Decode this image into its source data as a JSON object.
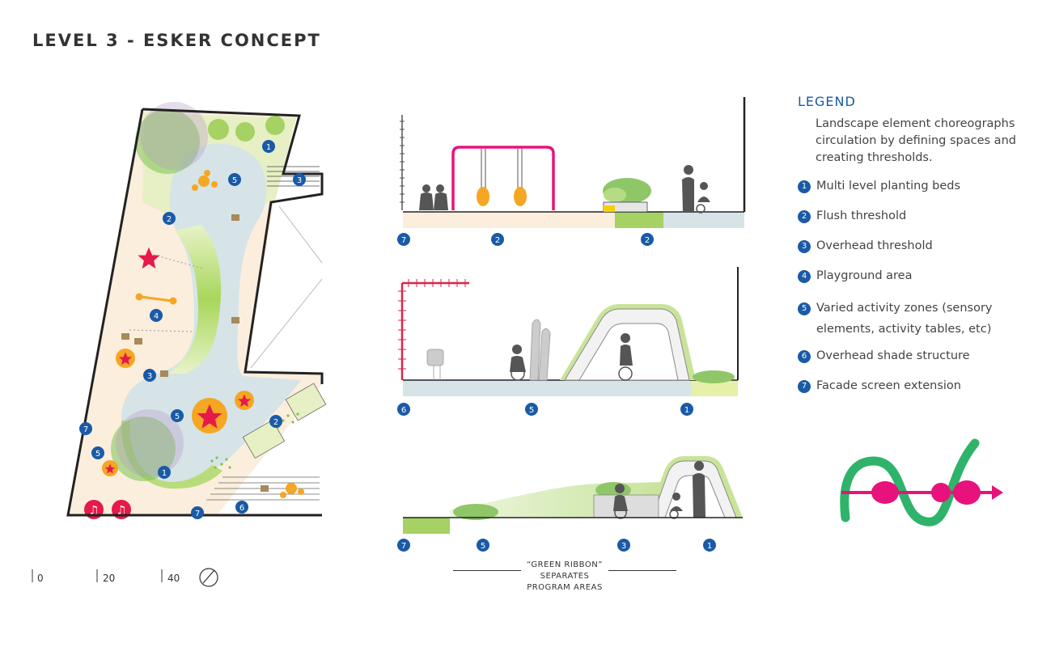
{
  "title": "LEVEL 3 - ESKER CONCEPT",
  "legend": {
    "heading": "LEGEND",
    "description": "Landscape element choreographs circulation by defining spaces and creating thresholds.",
    "items": [
      {
        "num": "1",
        "label": "Multi level planting beds"
      },
      {
        "num": "2",
        "label": "Flush threshold"
      },
      {
        "num": "3",
        "label": "Overhead threshold"
      },
      {
        "num": "4",
        "label": "Playground area"
      },
      {
        "num": "5",
        "label": " Varied activity zones (sensory elements, activity tables, etc)"
      },
      {
        "num": "6",
        "label": "Overhead shade structure"
      },
      {
        "num": "7",
        "label": "Facade screen extension"
      }
    ]
  },
  "plan": {
    "markers": [
      "1",
      "5",
      "3",
      "2",
      "4",
      "3",
      "5",
      "2",
      "7",
      "5",
      "1",
      "7",
      "6"
    ]
  },
  "sections": {
    "top": {
      "markers": [
        "7",
        "2",
        "2"
      ]
    },
    "middle": {
      "markers": [
        "6",
        "5",
        "1"
      ]
    },
    "bottom": {
      "markers": [
        "7",
        "5",
        "3",
        "1"
      ]
    }
  },
  "ribbon_caption": {
    "line1": "“GREEN RIBBON”",
    "line2": "SEPARATES",
    "line3": "PROGRAM AREAS"
  },
  "scale": {
    "labels": [
      "0",
      "20",
      "40"
    ]
  },
  "colors": {
    "marker": "#1a5aa6",
    "green": "#7cc54e",
    "light_green": "#dcebb2",
    "path": "#d6e4e8",
    "sand": "#fbeedd",
    "magenta": "#e8127c",
    "ribbon_green": "#2fb36b",
    "star_red": "#e6194b",
    "star_orange": "#f5a623"
  }
}
